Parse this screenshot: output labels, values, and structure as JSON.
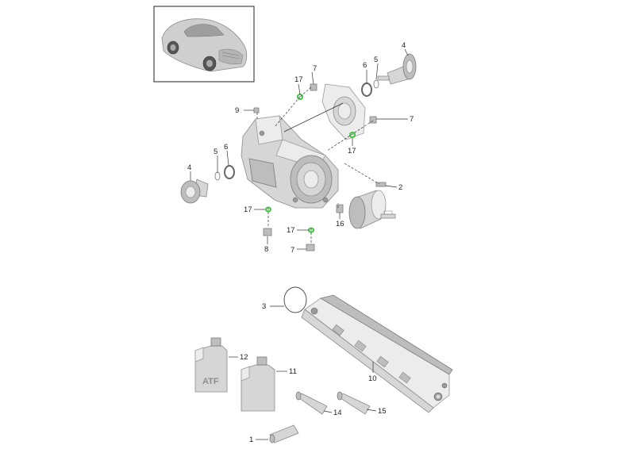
{
  "thumbnail": {
    "subject": "vehicle-thumbnail"
  },
  "container_label": "ATF",
  "callouts": {
    "c1": "1",
    "c2": "2",
    "c3": "3",
    "c4a": "4",
    "c4b": "4",
    "c5a": "5",
    "c5b": "5",
    "c6a": "6",
    "c6b": "6",
    "c7a": "7",
    "c7b": "7",
    "c7c": "7",
    "c8": "8",
    "c9": "9",
    "c10": "10",
    "c11": "11",
    "c12": "12",
    "c14": "14",
    "c15": "15",
    "c16": "16",
    "c17a": "17",
    "c17b": "17",
    "c17c": "17",
    "c17d": "17"
  },
  "colors": {
    "seal_highlight": "#3fc43f",
    "part_fill": "#d6d6d6",
    "outline": "#8a8a8a"
  }
}
